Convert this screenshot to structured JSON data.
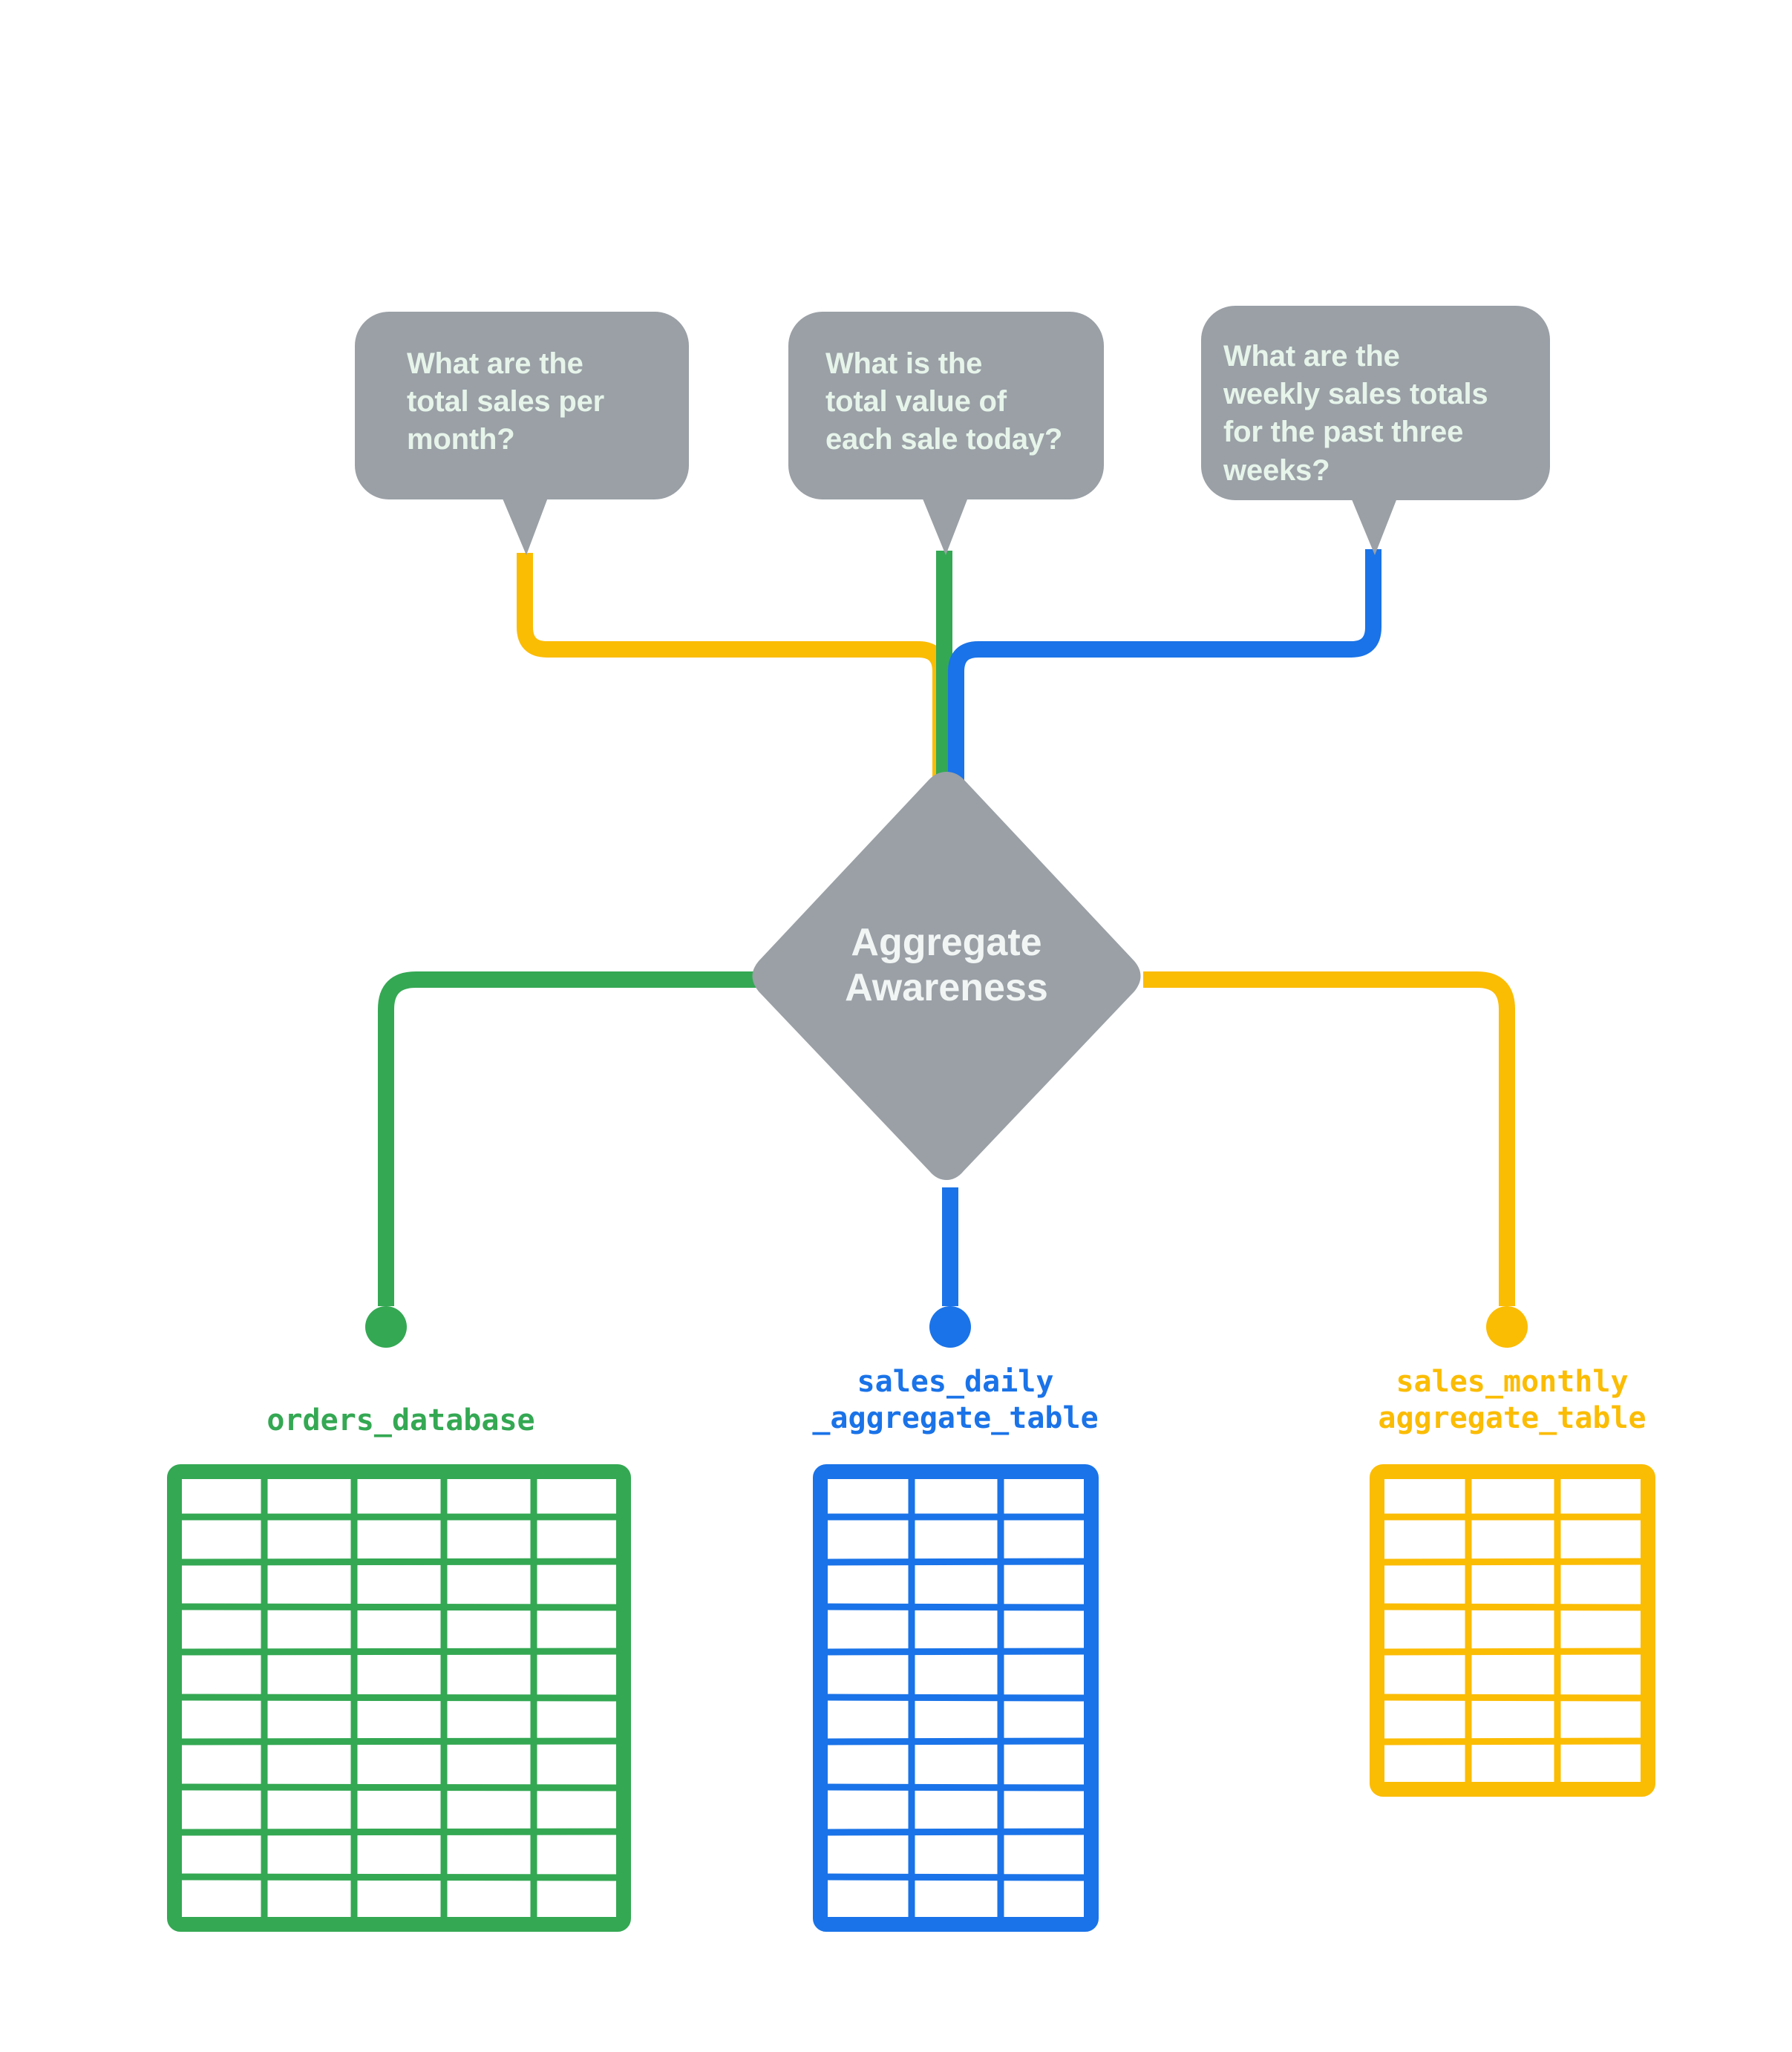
{
  "diagram": {
    "title": "Aggregate Awareness",
    "colors": {
      "bubble_fill": "#9AA0A6",
      "bubble_text": "#E6F4EA",
      "diamond_fill": "#9AA0A6",
      "diamond_text": "#F1F5F4",
      "green": "#34A853",
      "blue": "#1A73E8",
      "yellow": "#FBBC04",
      "background": "#FFFFFF"
    },
    "questions": [
      {
        "id": "question-monthly-sales",
        "text": "What are the\ntotal sales per\nmonth?",
        "edge_color": "#FBBC04"
      },
      {
        "id": "question-daily-sale-value",
        "text": "What is the\ntotal value of\neach sale today?",
        "edge_color": "#34A853"
      },
      {
        "id": "question-weekly-sales",
        "text": "What are the\nweekly sales totals\nfor the past three\nweeks?",
        "edge_color": "#1A73E8"
      }
    ],
    "center_node": {
      "label": "Aggregate\nAwareness",
      "shape": "diamond"
    },
    "data_sources": [
      {
        "id": "orders-database",
        "caption": "orders_database",
        "color": "#34A853",
        "columns": 5,
        "rows": 10
      },
      {
        "id": "sales-daily-aggregate-table",
        "caption": "sales_daily\n_aggregate_table",
        "color": "#1A73E8",
        "columns": 3,
        "rows": 10
      },
      {
        "id": "sales-monthly-aggregate-table",
        "caption": "sales_monthly\naggregate_table",
        "color": "#FBBC04",
        "columns": 3,
        "rows": 7
      }
    ]
  }
}
